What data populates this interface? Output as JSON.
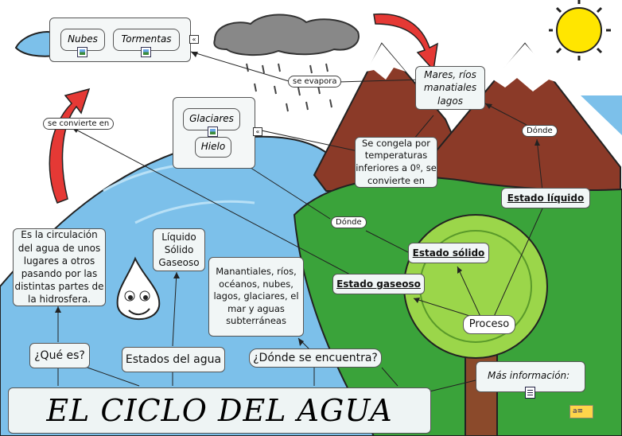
{
  "title": "EL CICLO DEL AGUA",
  "nodes": {
    "que_es": "¿Qué es?",
    "definicion": "Es la circulación del agua de unos lugares a otros pasando por las distintas partes de la hidrosfera.",
    "estados_del_agua": "Estados del agua",
    "estados_lista": "Líquido Sólido Gaseoso",
    "donde_se_encuentra": "¿Dónde se encuentra?",
    "donde_lista": "Manantiales, ríos, océanos, nubes, lagos, glaciares, el mar y aguas subterráneas",
    "proceso": "Proceso",
    "estado_gaseoso": "Estado gaseoso",
    "estado_solido": "Estado sólido",
    "estado_liquido": "Estado líquido",
    "mares_rios": "Mares, ríos manatiales lagos",
    "se_congela": "Se congela por temperaturas inferiores a 0º, se convierte en",
    "mas_informacion": "Más información:"
  },
  "groups": {
    "nubes": "Nubes",
    "tormentas": "Tormentas",
    "glaciares": "Glaciares",
    "hielo": "Hielo"
  },
  "links": {
    "se_evapora": "se evapora",
    "se_convierte_en": "se convierte en",
    "donde_1": "Dónde",
    "donde_2": "Dónde"
  },
  "icons": [
    "image-icon",
    "collapse-icon",
    "document-icon",
    "sun-icon",
    "cloud-icon",
    "raindrop-character-icon",
    "info-badge-icon"
  ],
  "colors": {
    "water": "#7cc0ea",
    "mountain": "#8b3a28",
    "grass": "#3aa33a",
    "sun": "#ffe600",
    "node_bg": "#f1f6f6"
  }
}
